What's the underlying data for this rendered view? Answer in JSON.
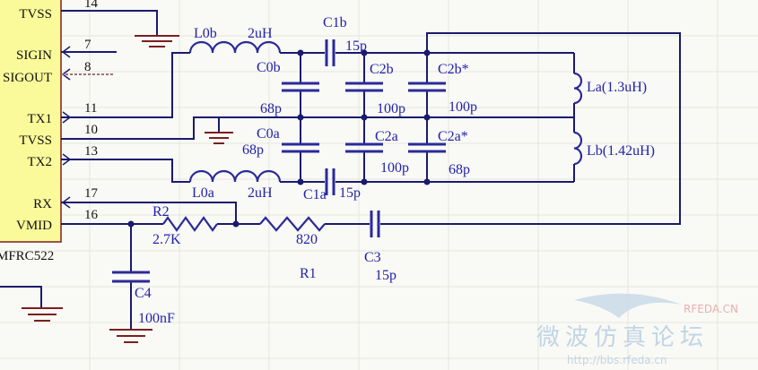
{
  "chip": {
    "name": "MFRC522",
    "pins": [
      {
        "label": "TVSS",
        "number": "14"
      },
      {
        "label": "SIGIN",
        "number": "7"
      },
      {
        "label": "SIGOUT",
        "number": "8"
      },
      {
        "label": "TX1",
        "number": "11"
      },
      {
        "label": "TVSS",
        "number": "10"
      },
      {
        "label": "TX2",
        "number": "13"
      },
      {
        "label": "RX",
        "number": "17"
      },
      {
        "label": "VMID",
        "number": "16"
      }
    ]
  },
  "components": {
    "L0b": {
      "name": "L0b",
      "value": "2uH"
    },
    "L0a": {
      "name": "L0a",
      "value": "2uH"
    },
    "C1b": {
      "name": "C1b",
      "value": "15p"
    },
    "C1a": {
      "name": "C1a",
      "value": "15p"
    },
    "C0b": {
      "name": "C0b",
      "value": "68p"
    },
    "C0a": {
      "name": "C0a",
      "value": "68p"
    },
    "C2b": {
      "name": "C2b",
      "value": "100p"
    },
    "C2a": {
      "name": "C2a",
      "value": "100p"
    },
    "C2bs": {
      "name": "C2b*",
      "value": "100p"
    },
    "C2as": {
      "name": "C2a*",
      "value": "68p"
    },
    "La": {
      "label": "La(1.3uH)"
    },
    "Lb": {
      "label": "Lb(1.42uH)"
    },
    "R2": {
      "name": "R2",
      "value": "2.7K"
    },
    "R1": {
      "name": "R1",
      "value": "820"
    },
    "C3": {
      "name": "C3",
      "value": "15p"
    },
    "C4": {
      "name": "C4",
      "value": "100nF"
    }
  },
  "watermark": {
    "line1": "RFEDA.CN",
    "line2": "微波仿真论坛",
    "url": "http://bbs.rfeda.cn"
  },
  "colors": {
    "background": "#f9f9f5",
    "chip_fill": "#fafa9a",
    "wire": "#1a1a6e",
    "component": "#2a2a9a",
    "ground": "#7a1f1f"
  }
}
